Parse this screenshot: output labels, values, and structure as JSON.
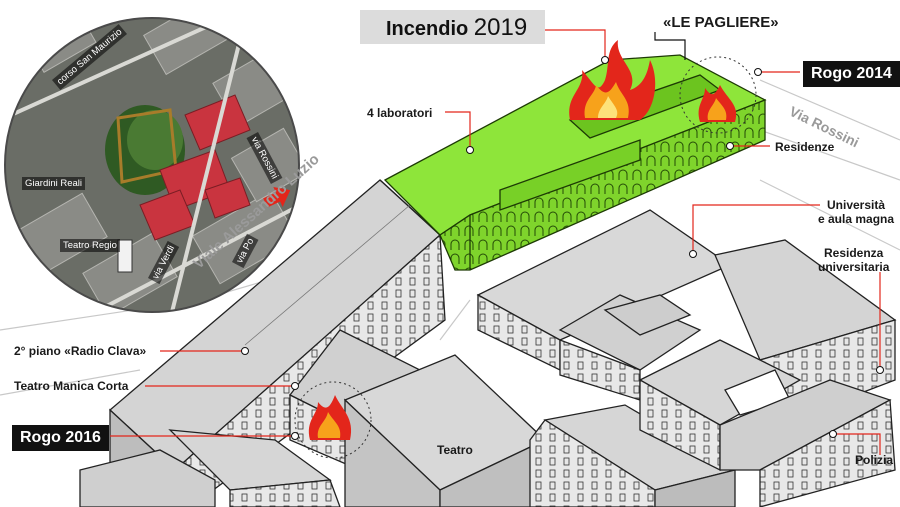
{
  "title": {
    "prefix": "Incendio",
    "year": "2019",
    "quote": "«LE PAGLIERE»"
  },
  "badges": {
    "rogo_2014": "Rogo 2014",
    "rogo_2016": "Rogo 2016"
  },
  "labels": {
    "laboratori": "4 laboratori",
    "residenze": "Residenze",
    "universita_1": "Università",
    "universita_2": "e aula magna",
    "residenza_1": "Residenza",
    "residenza_2": "universitaria",
    "radio_clava": "2° piano «Radio Clava»",
    "teatro_manica": "Teatro Manica Corta",
    "teatro": "Teatro",
    "polizia": "Polizia"
  },
  "streets": {
    "viale": "Viale Alessandro Luzio",
    "rossini": "Via Rossini"
  },
  "map": {
    "corso": "corso San Maurizio",
    "giardini": "Giardini Reali",
    "rossini": "via Rossini",
    "teatro_regio": "Teatro Regio",
    "verdi": "via Verdi",
    "po": "via Po"
  },
  "colors": {
    "highlight_green": "#8ee53a",
    "arrow_red": "#e3261b",
    "badge_black": "#111111",
    "building_gray": "#cfcfcf"
  }
}
